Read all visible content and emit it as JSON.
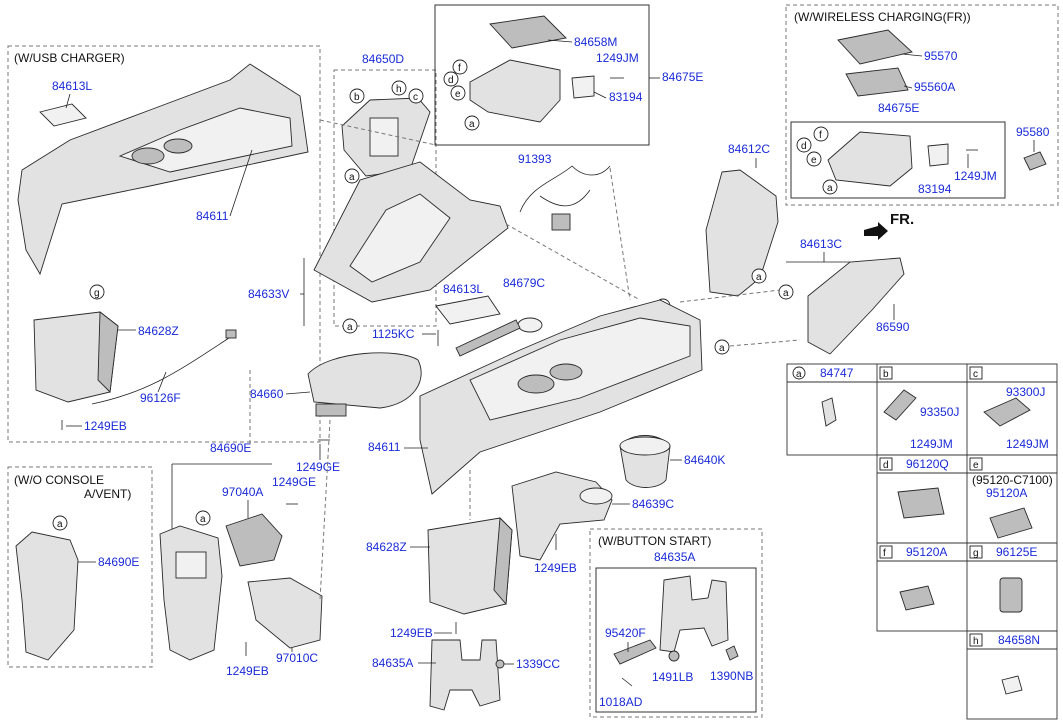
{
  "colors": {
    "part_number": "#1a2bd8",
    "text": "#111111",
    "line": "#222222"
  },
  "headers": {
    "usb_charger": "(W/USB CHARGER)",
    "wireless_charging": "(W/WIRELESS CHARGING(FR))",
    "wo_console_line1": "(W/O CONSOLE",
    "wo_console_line2": "A/VENT)",
    "button_start": "(W/BUTTON START)",
    "front": "FR."
  },
  "parts": {
    "p84613L_a": "84613L",
    "p84611_a": "84611",
    "p84628Z_a": "84628Z",
    "p96126F": "96126F",
    "p1249EB_a": "1249EB",
    "p84650D": "84650D",
    "p84633V": "84633V",
    "p84658M": "84658M",
    "p1249JM_a": "1249JM",
    "p84675E_a": "84675E",
    "p83194_a": "83194",
    "p91393": "91393",
    "p95570": "95570",
    "p95560A": "95560A",
    "p84675E_b": "84675E",
    "p95580": "95580",
    "p83194_b": "83194",
    "p1249JM_b": "1249JM",
    "p84612C": "84612C",
    "p84613C": "84613C",
    "p86590": "86590",
    "p84613L_b": "84613L",
    "p84679C": "84679C",
    "p1125KC": "1125KC",
    "p84660": "84660",
    "p1249GE_a": "1249GE",
    "p84611_b": "84611",
    "p84640K": "84640K",
    "p84639C": "84639C",
    "p1249EB_b": "1249EB",
    "p84628Z_b": "84628Z",
    "p1249EB_c": "1249EB",
    "p84635A_a": "84635A",
    "p1339CC": "1339CC",
    "p84690E_a": "84690E",
    "p97040A": "97040A",
    "p1249GE_b": "1249GE",
    "p1249EB_d": "1249EB",
    "p97010C": "97010C",
    "p84690E_b": "84690E",
    "p84635A_b": "84635A",
    "p95420F": "95420F",
    "p1491LB": "1491LB",
    "p1390NB": "1390NB",
    "p1018AD": "1018AD"
  },
  "callouts": {
    "a": "a",
    "b": "b",
    "c": "c",
    "d": "d",
    "e": "e",
    "f": "f",
    "g": "g",
    "h": "h"
  },
  "legend": [
    {
      "letter": "a",
      "parts": [
        "84747"
      ]
    },
    {
      "letter": "b",
      "parts": [
        "93350J",
        "1249JM"
      ]
    },
    {
      "letter": "c",
      "parts": [
        "93300J",
        "1249JM"
      ]
    },
    {
      "letter": "d",
      "parts": [
        "96120Q"
      ]
    },
    {
      "letter": "e",
      "parts": [
        "(95120-C7100)",
        "95120A"
      ]
    },
    {
      "letter": "f",
      "parts": [
        "95120A"
      ]
    },
    {
      "letter": "g",
      "parts": [
        "96125E"
      ]
    },
    {
      "letter": "h",
      "parts": [
        "84658N"
      ]
    }
  ]
}
